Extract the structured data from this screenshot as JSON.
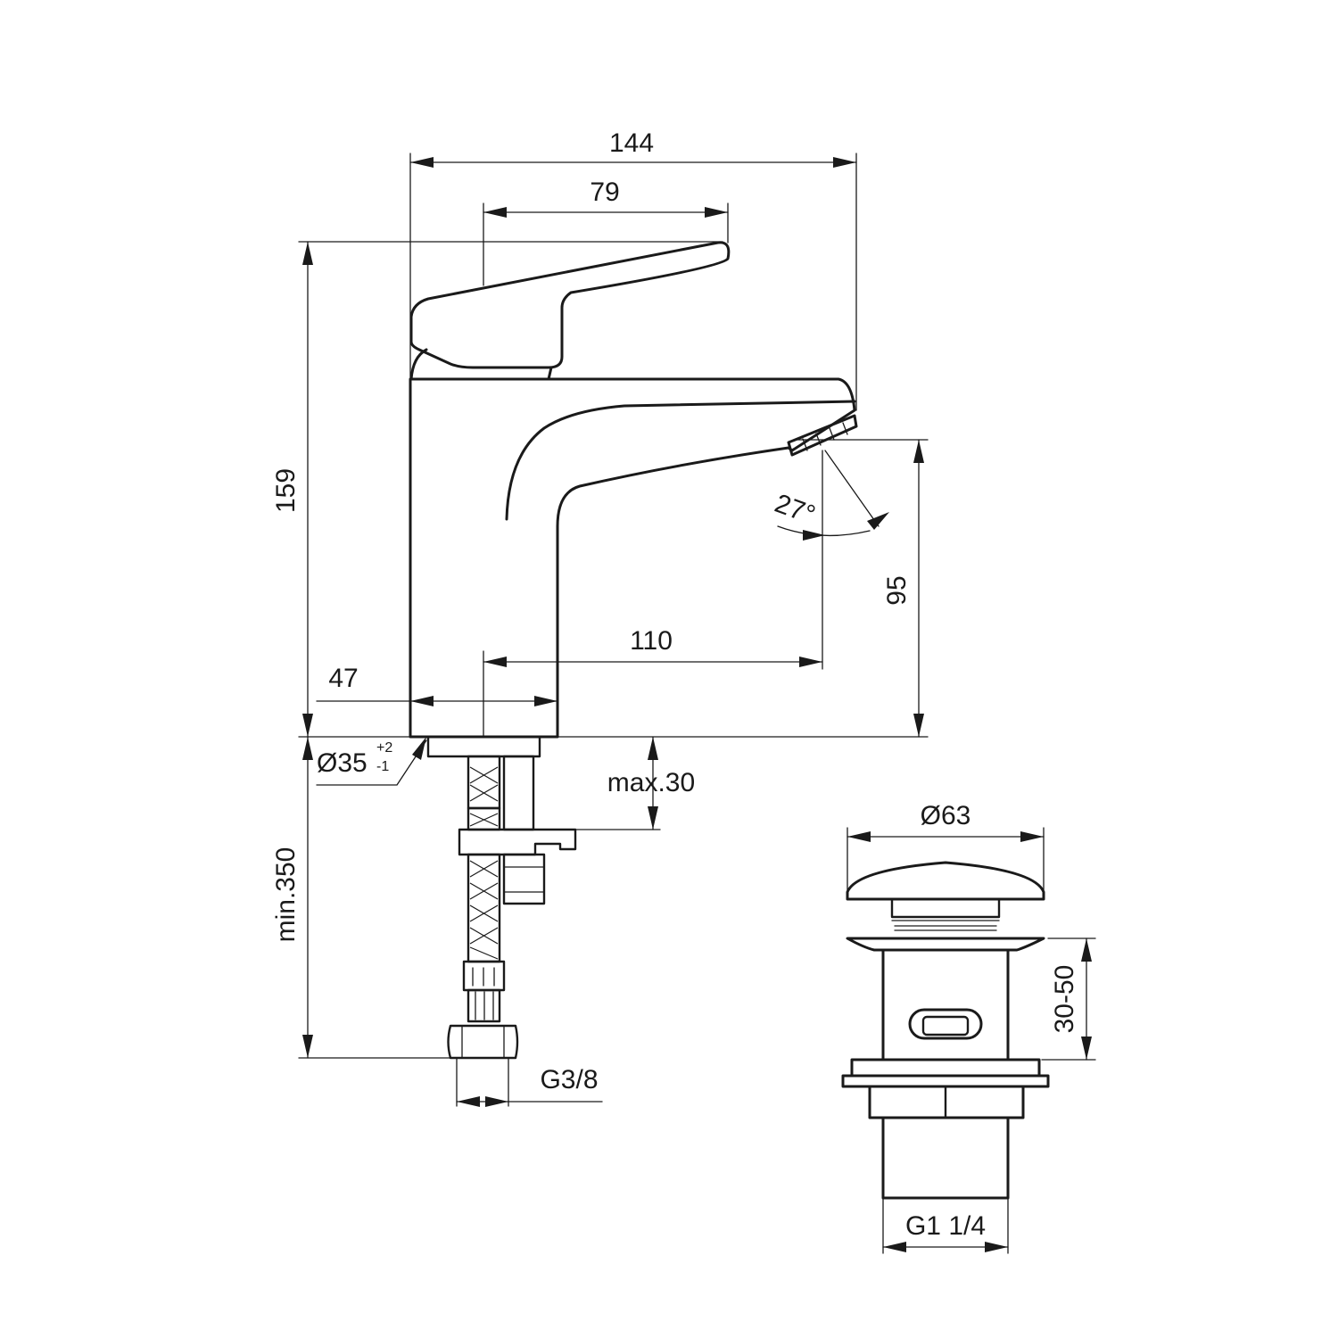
{
  "faucet": {
    "dim_width": "144",
    "dim_handle": "79",
    "dim_height": "159",
    "dim_spout_height": "95",
    "dim_angle": "27°",
    "dim_reach": "110",
    "dim_body": "47",
    "dim_hole_diameter": "Ø35",
    "dim_hole_tol_upper": "+2",
    "dim_hole_tol_lower": "-1",
    "dim_deck_thickness": "max.30",
    "dim_hose_length": "min.350",
    "dim_hose_thread": "G3/8"
  },
  "waste": {
    "dim_diameter": "Ø63",
    "dim_range": "30-50",
    "dim_thread": "G1 1/4"
  }
}
